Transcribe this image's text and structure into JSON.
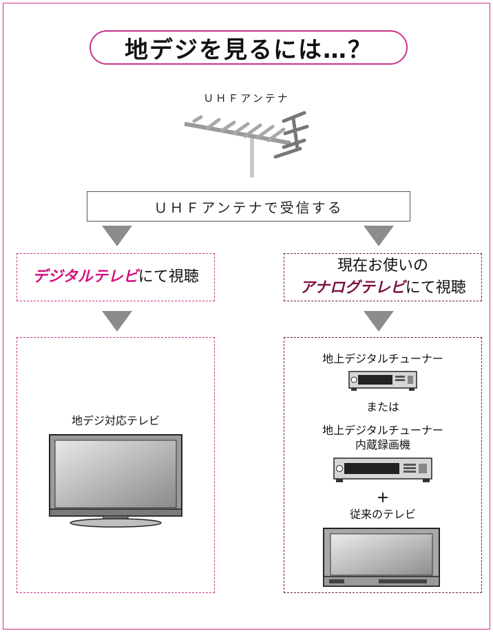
{
  "title": "地デジを見るには…？",
  "antenna": {
    "label": "ＵＨＦアンテナ"
  },
  "receive": {
    "label": "ＵＨＦアンテナで受信する"
  },
  "left_option": {
    "highlight": "デジタルテレビ",
    "suffix": "にて視聴"
  },
  "right_option": {
    "line1": "現在お使いの",
    "highlight": "アナログテレビ",
    "suffix": "にて視聴"
  },
  "left_device": {
    "label": "地デジ対応テレビ"
  },
  "right_devices": {
    "tuner_label": "地上デジタルチューナー",
    "or_label": "または",
    "recorder_label_line1": "地上デジタルチューナー",
    "recorder_label_line2": "内蔵録画機",
    "plus": "＋",
    "tv_label": "従来のテレビ"
  },
  "colors": {
    "accent": "#c8308a",
    "highlight_pink": "#d4107e",
    "highlight_dark": "#7a1445",
    "arrow": "#8c8c8c"
  }
}
